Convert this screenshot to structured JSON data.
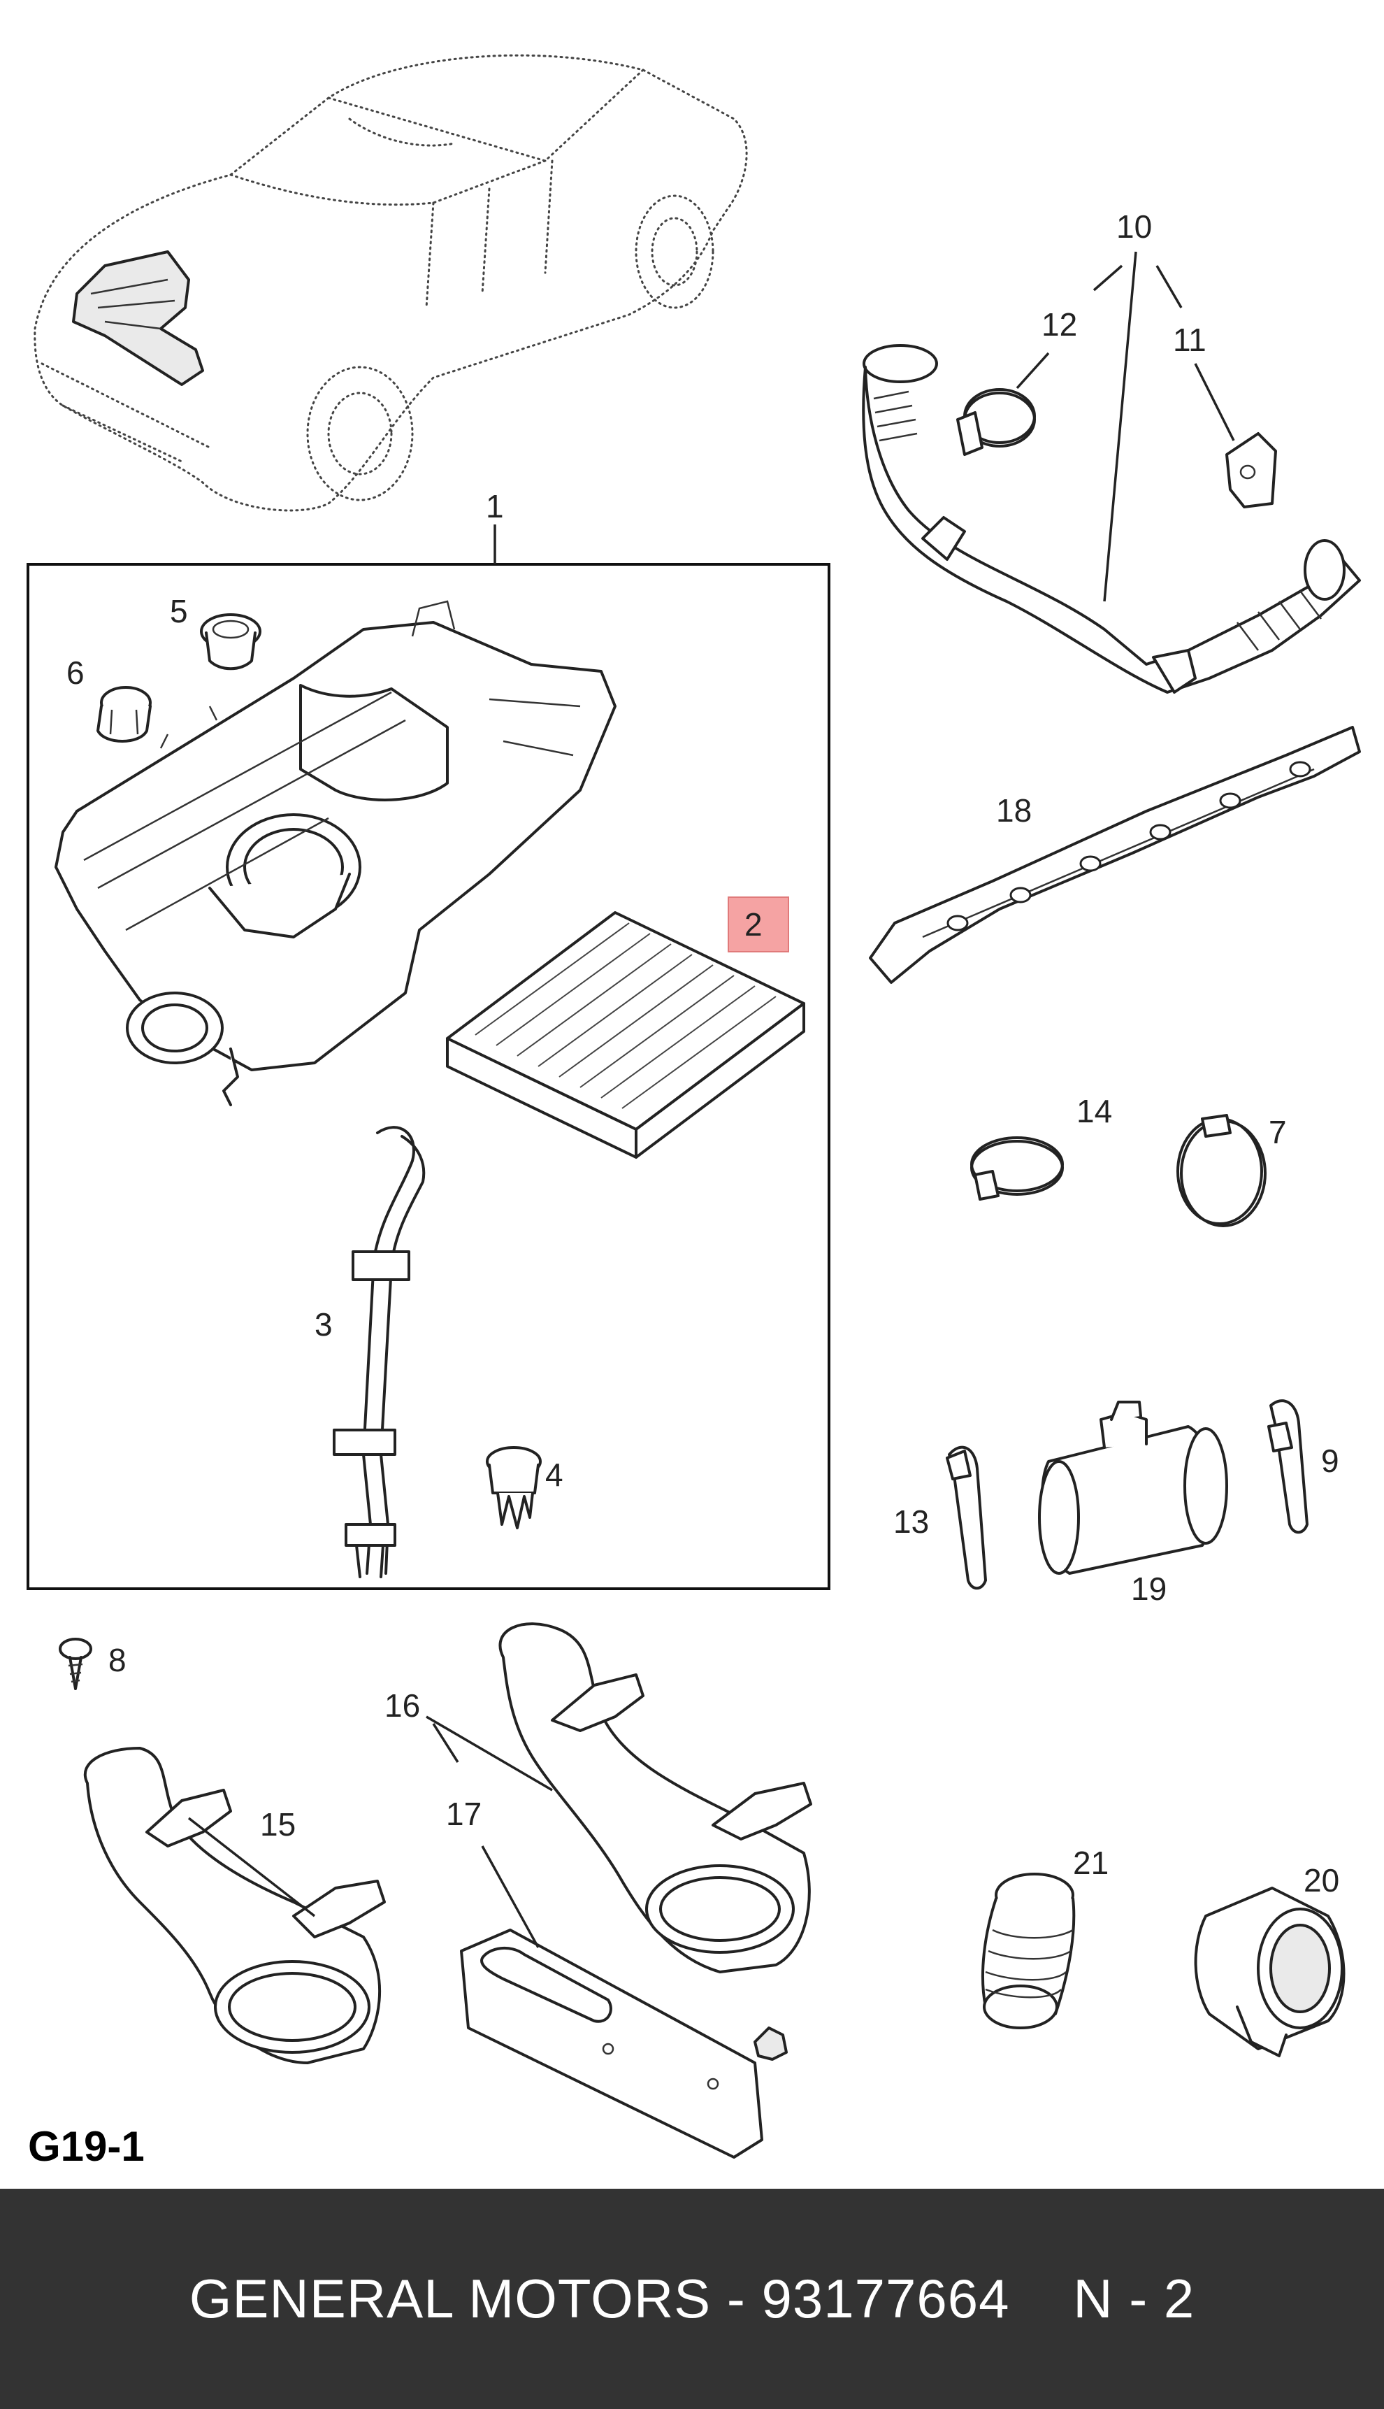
{
  "diagram": {
    "reference_code": "G19-1",
    "highlight_color": "#f5a3a3",
    "callouts": {
      "c1": "1",
      "c2": "2",
      "c3": "3",
      "c4": "4",
      "c5": "5",
      "c6": "6",
      "c7": "7",
      "c8": "8",
      "c9": "9",
      "c10": "10",
      "c11": "11",
      "c12": "12",
      "c13": "13",
      "c14": "14",
      "c15": "15",
      "c16": "16",
      "c17": "17",
      "c18": "18",
      "c19": "19",
      "c20": "20",
      "c21": "21"
    }
  },
  "footer": {
    "text": "GENERAL MOTORS - 93177664    N - 2"
  }
}
